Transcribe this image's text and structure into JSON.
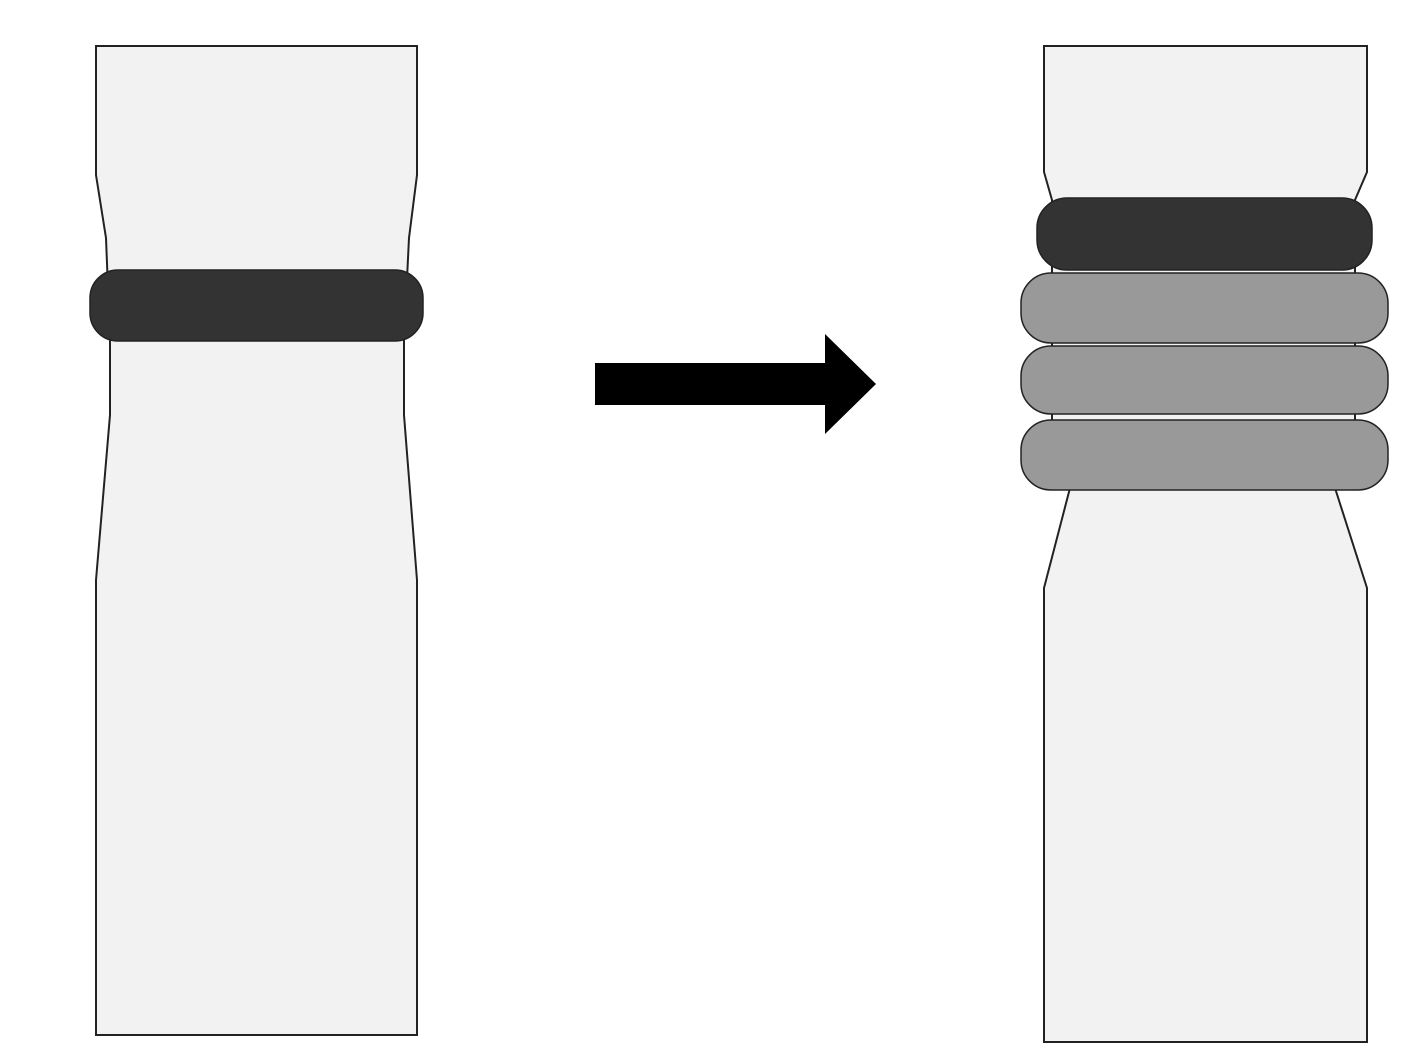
{
  "diagram": {
    "kind": "before-after",
    "panels": [
      {
        "id": "before",
        "tube_fill": "#f2f2f2",
        "outline_color": "#222222",
        "bands": [
          {
            "role": "original-band",
            "fill": "#333333"
          }
        ]
      },
      {
        "id": "after",
        "tube_fill": "#f2f2f2",
        "outline_color": "#222222",
        "bands": [
          {
            "role": "original-band",
            "fill": "#333333"
          },
          {
            "role": "added-band",
            "fill": "#999999"
          },
          {
            "role": "added-band",
            "fill": "#999999"
          },
          {
            "role": "added-band",
            "fill": "#999999"
          }
        ]
      }
    ],
    "arrow": {
      "direction": "right",
      "fill": "#000000"
    },
    "counts": {
      "before_bands": 1,
      "after_bands": 4
    }
  }
}
